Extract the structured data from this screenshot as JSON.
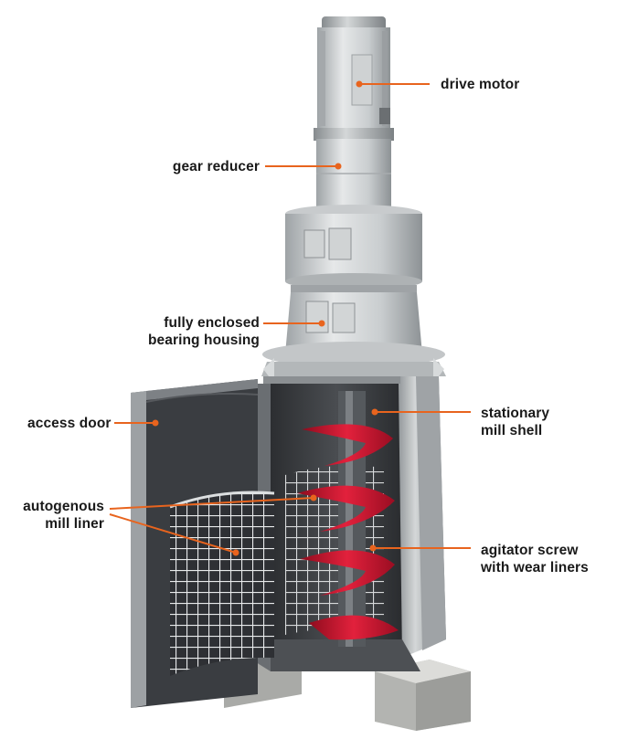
{
  "labels": {
    "drive_motor": "drive motor",
    "gear_reducer": "gear reducer",
    "bearing_housing_1": "fully enclosed",
    "bearing_housing_2": "bearing housing",
    "access_door": "access door",
    "stationary_shell_1": "stationary",
    "stationary_shell_2": "mill shell",
    "mill_liner_1": "autogenous",
    "mill_liner_2": "mill liner",
    "agitator_1": "agitator screw",
    "agitator_2": "with wear liners"
  },
  "colors": {
    "leader": "#e8641e",
    "text": "#1a1a1a",
    "machine_light": "#d9dcdd",
    "machine_mid": "#b9bdbf",
    "machine_dark": "#5a5e62",
    "liner": "#3c3f43",
    "screw": "#c8102e",
    "concrete": "#bfc0bd"
  }
}
